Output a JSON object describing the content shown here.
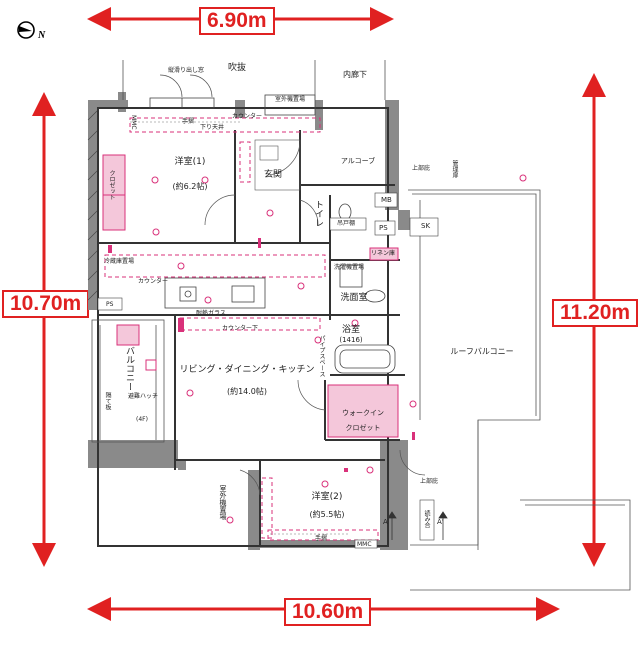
{
  "dimensions": {
    "top": "6.90m",
    "left": "10.70m",
    "right": "11.20m",
    "bottom": "10.60m"
  },
  "compass": {
    "letter": "N"
  },
  "rooms": {
    "western1": "洋室(1)",
    "western1_size": "(約6.2帖)",
    "entrance": "玄関",
    "alcove": "アルコーブ",
    "toilet": "トイレ",
    "washroom": "洗面室",
    "bath": "浴室",
    "bath_size": "(1416)",
    "ldk": "リビング・ダイニング・キッチン",
    "ldk_size": "(約14.0帖)",
    "walkin": "ウォークイン",
    "walkin2": "クロゼット",
    "western2": "洋室(2)",
    "western2_size": "(約5.5帖)",
    "balcony": "バルコニー",
    "roof_balcony": "ルーフバルコニー",
    "atrium": "吹抜",
    "inner_corridor": "内廊下"
  },
  "labels": {
    "escape_window": "縦滑り出し窓",
    "outdoor_unit_top": "室外機置場",
    "handrail_top": "手摺",
    "lower_ceiling": "下り天井",
    "counter": "カウンター",
    "closet": "クロゼット",
    "mb": "MB",
    "ps1": "PS",
    "ps2": "PS",
    "sk": "SK",
    "mmc1": "MMC",
    "mmc2": "MMC",
    "storage": "吊戸棚",
    "linen": "リネン庫",
    "washer": "洗濯機置場",
    "fridge": "冷蔵庫置場",
    "frosted": "耐熱ガラス",
    "counter_below": "カウンター下",
    "counter_up": "カウンター",
    "escape_hatch": "避難ハッチ",
    "floor_4f": "(4F)",
    "partition": "隔て板",
    "outdoor_unit_bottom": "室外機置場",
    "handrail_bottom": "手摺",
    "upper_floor1": "上部庇",
    "upper_floor2": "上部庇",
    "mgmt_room": "管理扉",
    "a_left": "A",
    "a_right": "A'",
    "section": "読み合",
    "pipe": "パイプスペース"
  }
}
